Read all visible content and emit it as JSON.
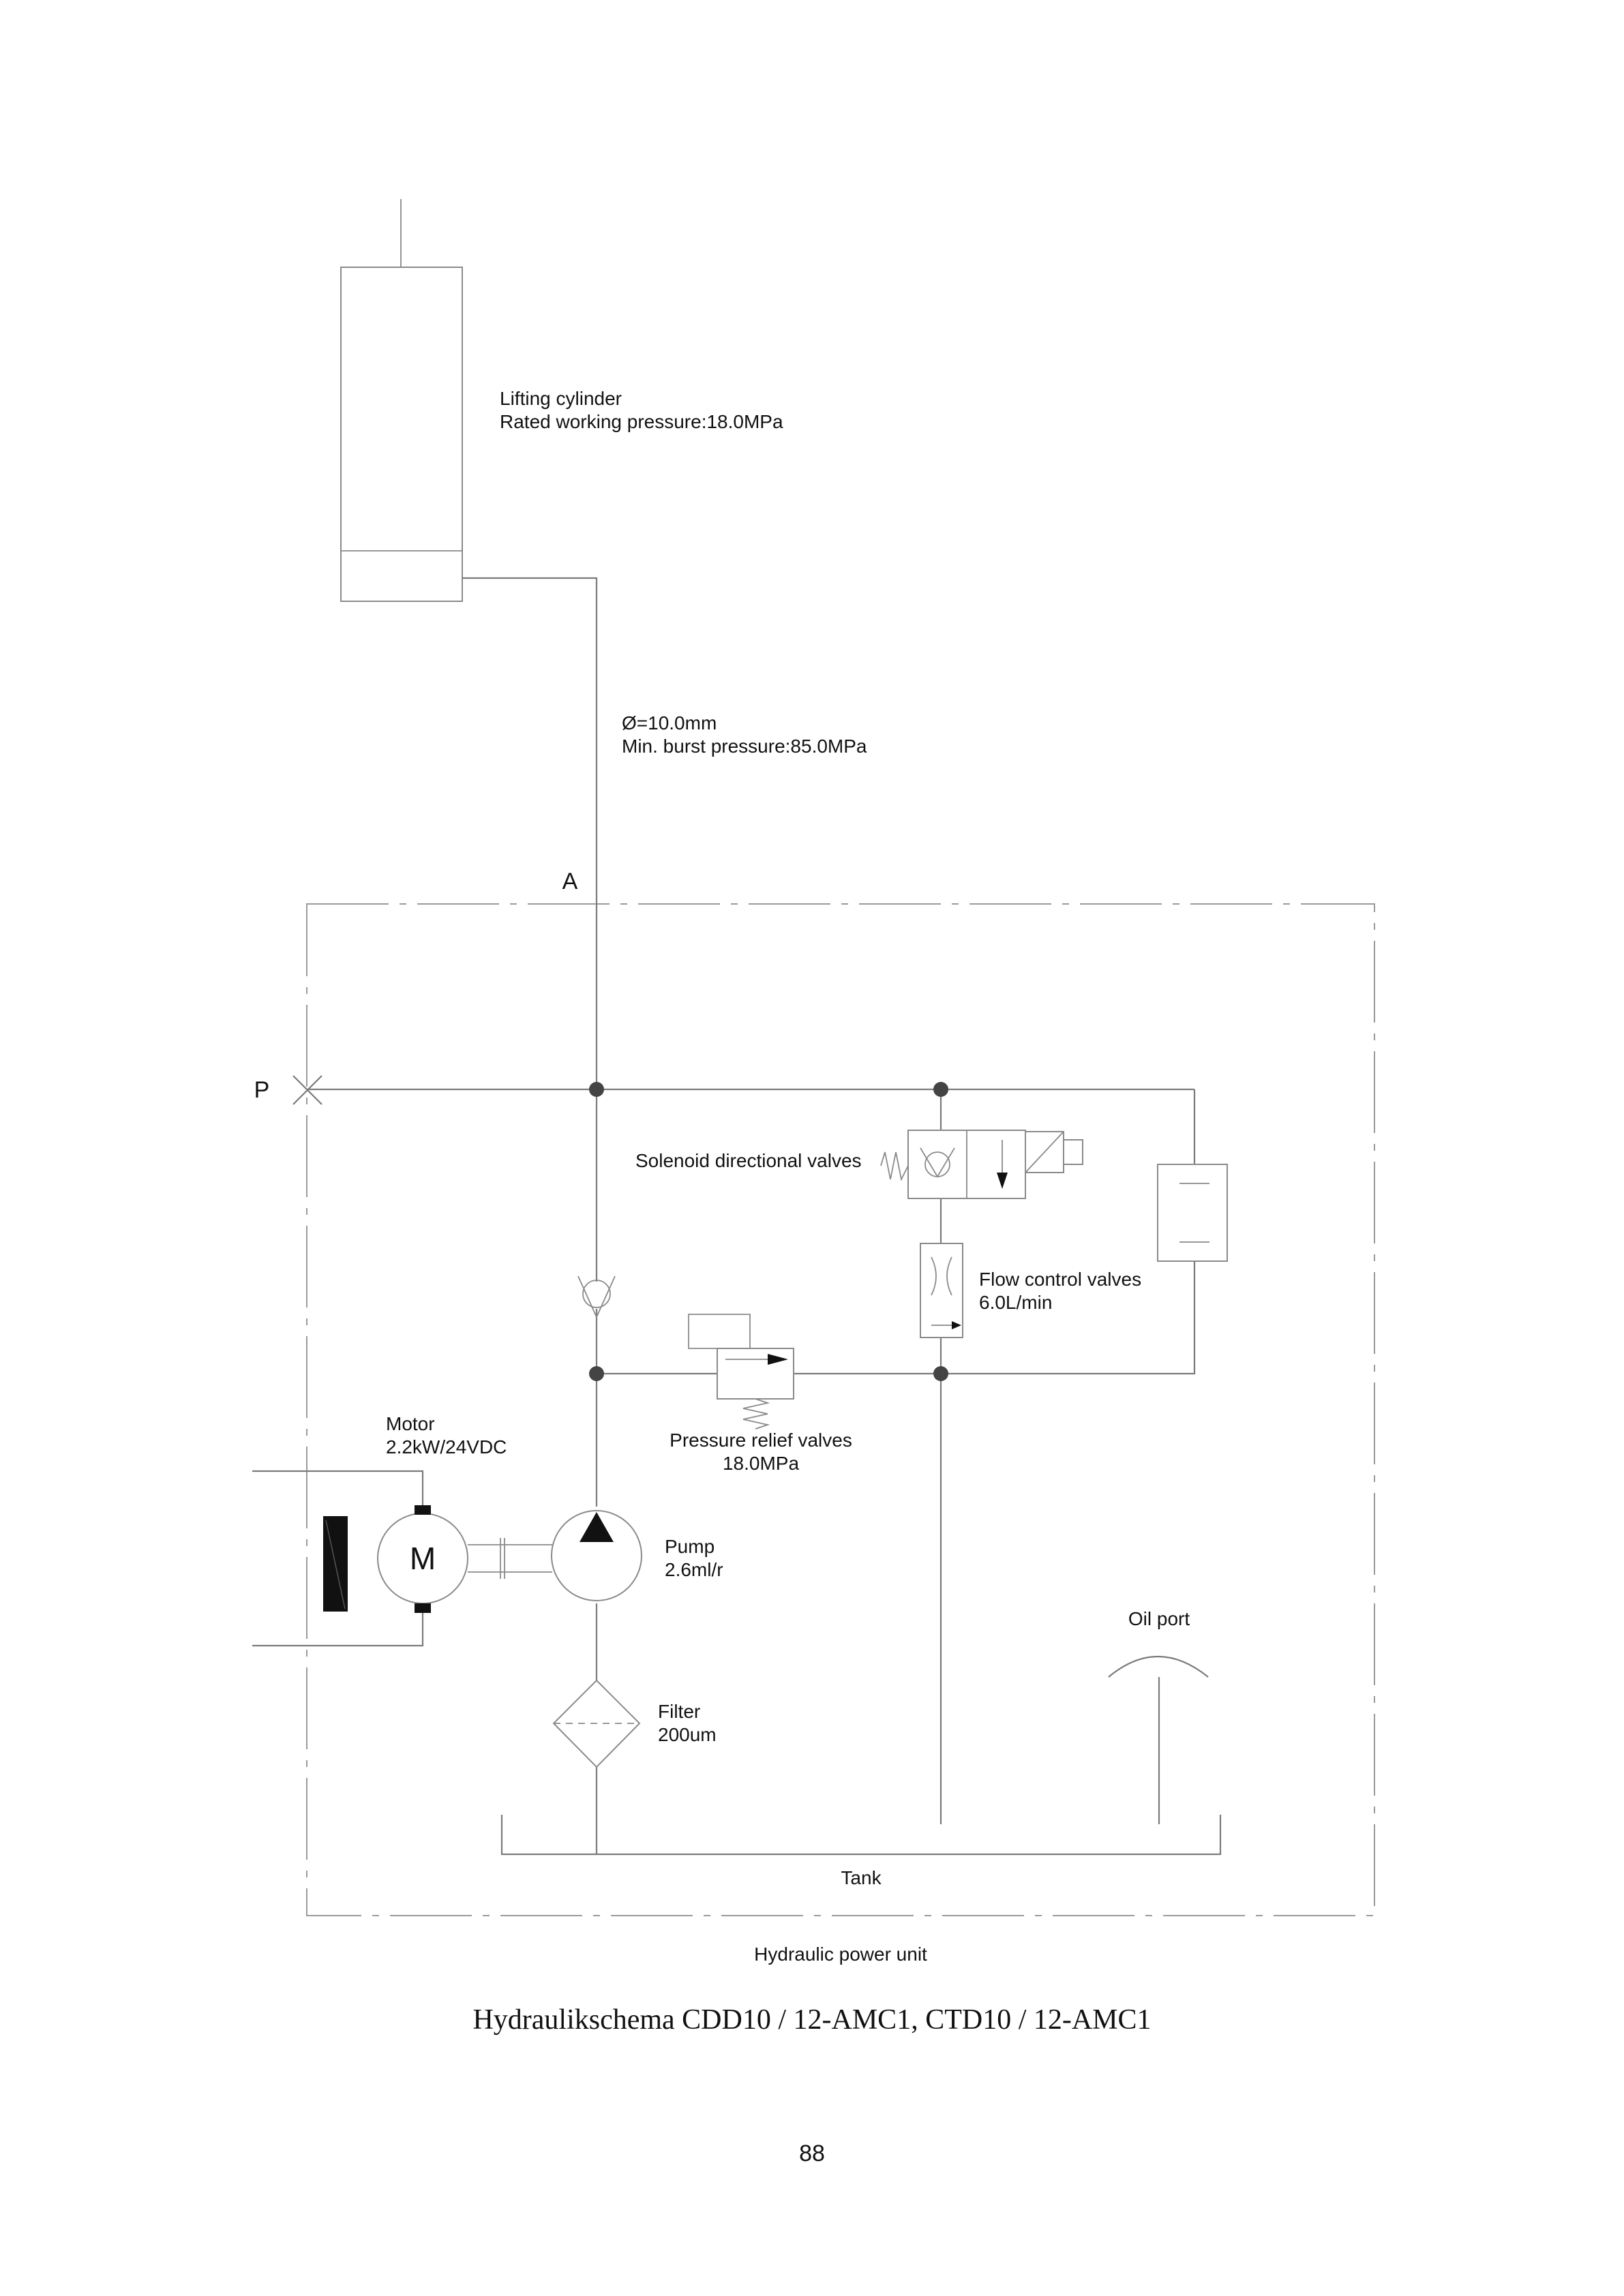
{
  "components": {
    "lifting_cylinder": {
      "name": "Lifting cylinder",
      "spec": "Rated working pressure:18.0MPa"
    },
    "hose": {
      "diameter": "Ø=10.0mm",
      "burst": "Min. burst pressure:85.0MPa"
    },
    "solenoid_valve": {
      "name": "Solenoid directional valves"
    },
    "flow_control": {
      "name": "Flow control valves",
      "spec": "6.0L/min"
    },
    "relief_valve": {
      "name": "Pressure relief valves",
      "spec": "18.0MPa"
    },
    "motor": {
      "name": "Motor",
      "spec": "2.2kW/24VDC",
      "symbol": "M"
    },
    "pump": {
      "name": "Pump",
      "spec": "2.6ml/r"
    },
    "filter": {
      "name": "Filter",
      "spec": "200um"
    },
    "oil_port": {
      "name": "Oil port"
    },
    "tank": {
      "name": "Tank"
    }
  },
  "ports": {
    "a": "A",
    "p": "P"
  },
  "unit_label": "Hydraulic power unit",
  "caption": "Hydraulikschema CDD10 / 12-AMC1, CTD10 / 12-AMC1",
  "page_number": "88"
}
